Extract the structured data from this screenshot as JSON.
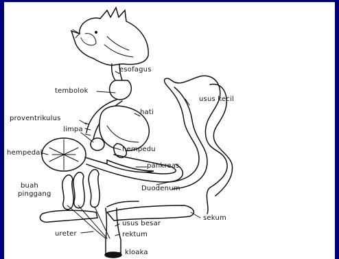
{
  "labels": {
    "esofagus": "esofagus",
    "tembolok": "tembolok",
    "usus_kecil": "usus kecil",
    "hati": "hati",
    "proventrikulus": "proventrikulus",
    "limpa": "limpa",
    "hempedu": "hempedu",
    "hempedal": "hempedal",
    "pankreas": "pankreas",
    "duodenum": "Duodenum",
    "buah_pinggang_1": "buah",
    "buah_pinggang_2": "pinggang",
    "sekum": "sekum",
    "usus_besar": "usus besar",
    "ureter": "ureter",
    "rektum": "rektum",
    "kloaka": "kloaka"
  }
}
